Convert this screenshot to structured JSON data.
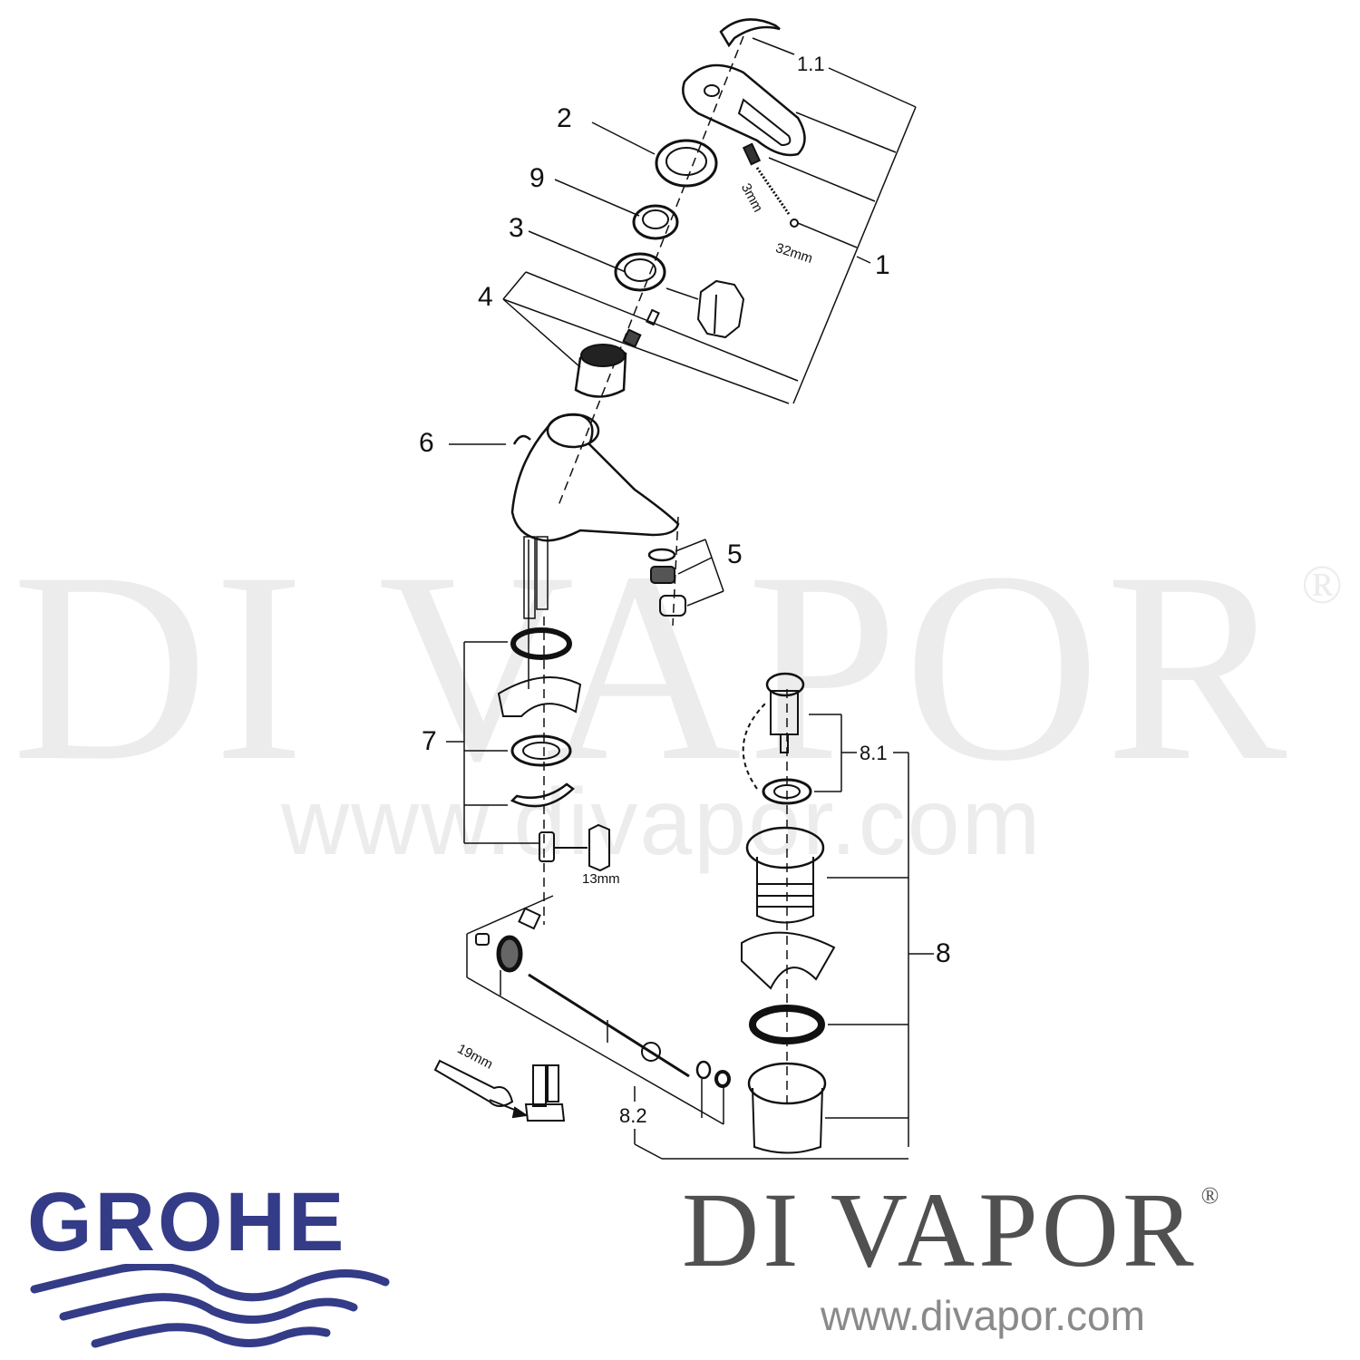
{
  "diagram": {
    "type": "exploded-parts-diagram",
    "subject": "single-lever basin mixer tap with pop-up waste",
    "part_labels": [
      {
        "id": "1.1",
        "text": "1.1",
        "part": "handle cap"
      },
      {
        "id": "1",
        "text": "1",
        "part": "lever handle assembly"
      },
      {
        "id": "2",
        "text": "2",
        "part": "cover ring"
      },
      {
        "id": "9",
        "text": "9",
        "part": "limiter / guide"
      },
      {
        "id": "3",
        "text": "3",
        "part": "cartridge nut"
      },
      {
        "id": "4",
        "text": "4",
        "part": "cartridge"
      },
      {
        "id": "6",
        "text": "6",
        "part": "tap body"
      },
      {
        "id": "5",
        "text": "5",
        "part": "aerator set"
      },
      {
        "id": "7",
        "text": "7",
        "part": "fixing set"
      },
      {
        "id": "8.1",
        "text": "8.1",
        "part": "pop-up plug"
      },
      {
        "id": "8",
        "text": "8",
        "part": "waste assembly"
      },
      {
        "id": "8.2",
        "text": "8.2",
        "part": "pop-up rod set"
      }
    ],
    "dimension_labels": {
      "hex_key": "3mm",
      "socket": "32mm",
      "spanner_13": "13mm",
      "spanner_19": "19mm"
    }
  },
  "branding": {
    "manufacturer_logo": "GROHE",
    "manufacturer_color": "#343b87",
    "retailer_logo": "DI VAPOR",
    "retailer_registered": "®",
    "retailer_url": "www.divapor.com",
    "retailer_color": "#505050"
  },
  "watermark": {
    "title": "DI VAPOR",
    "registered": "®",
    "url": "www.divapor.com",
    "color": "#ececec"
  }
}
